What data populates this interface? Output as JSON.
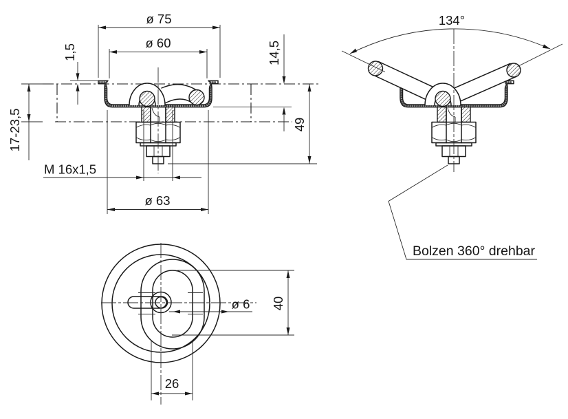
{
  "meta": {
    "background_color": "#ffffff",
    "line_color": "#1a1a1a",
    "text_color": "#161616",
    "drawing_type": "technical drawing, recessed lashing ring with swivel bolt"
  },
  "views": {
    "side_section": {
      "name": "side section view, ring folded into recess",
      "dims": {
        "flange_dia": "ø 75",
        "recess_dia": "ø 60",
        "sheet_thickness": "1,5",
        "recess_depth": "14,5",
        "total_depth": "49",
        "panel_thickness_range": "17-23,5",
        "thread": "M 16x1,5",
        "body_dia": "ø 63"
      }
    },
    "side_raised": {
      "name": "side view, ring raised",
      "dims": {
        "swing_angle": "134°"
      },
      "note": "Bolzen 360° drehbar"
    },
    "plan": {
      "name": "plan view from above",
      "dims": {
        "hole_dia": "ø 6",
        "opening_height": "40",
        "opening_width": "26"
      }
    }
  }
}
